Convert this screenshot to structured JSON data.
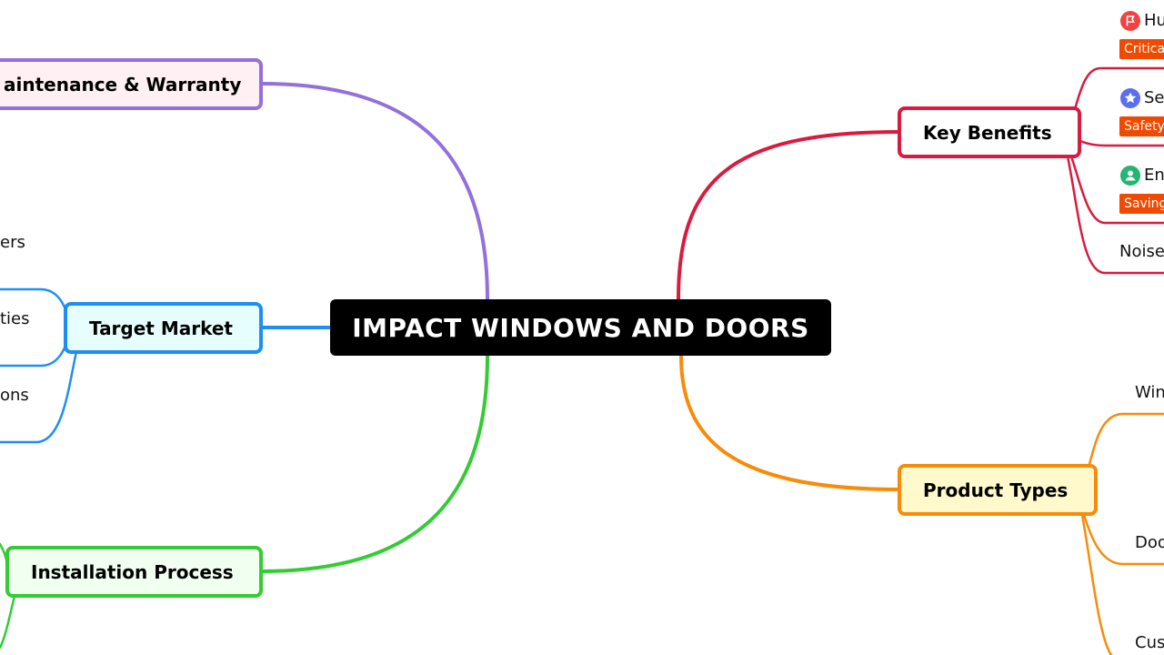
{
  "title": "IMPACT WINDOWS AND DOORS",
  "colors": {
    "benefits": "#d81b3f",
    "products": "#f78b0a",
    "installation": "#33cc33",
    "target": "#1e8ff0",
    "maintenance": "#9370db"
  },
  "branches": {
    "benefits": {
      "label": "Key Benefits"
    },
    "products": {
      "label": "Product Types"
    },
    "installation": {
      "label": "Installation Process"
    },
    "target": {
      "label": "Target Market"
    },
    "maintenance": {
      "label": "aintenance & Warranty"
    }
  },
  "benefit_items": [
    {
      "text": "Hu",
      "tag": "Critica",
      "icon": "flag-icon",
      "icon_color": "#f04444"
    },
    {
      "text": "Se",
      "tag": "Safety",
      "icon": "star-icon",
      "icon_color": "#5b6ef0"
    },
    {
      "text": "En",
      "tag": "Saving",
      "icon": "person-icon",
      "icon_color": "#22b573"
    },
    {
      "text": "Noise"
    }
  ],
  "product_items": [
    "Win",
    "Doo",
    "Cus"
  ],
  "target_items": [
    "ers",
    "ties",
    "ons"
  ]
}
